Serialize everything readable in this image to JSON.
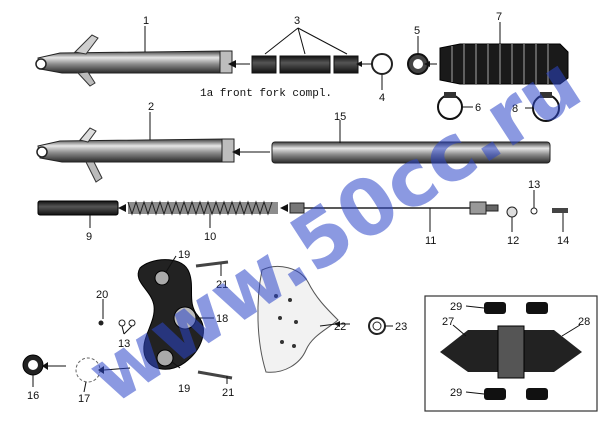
{
  "diagram": {
    "caption": "1a front fork compl.",
    "watermark": "www.50cc.ru",
    "watermark_color": "#2b45c8",
    "callouts": [
      "1",
      "2",
      "3",
      "4",
      "5",
      "6",
      "7",
      "8",
      "9",
      "10",
      "11",
      "12",
      "13",
      "13",
      "14",
      "15",
      "16",
      "17",
      "18",
      "19",
      "19",
      "20",
      "21",
      "21",
      "22",
      "23",
      "27",
      "28",
      "29",
      "29"
    ]
  }
}
